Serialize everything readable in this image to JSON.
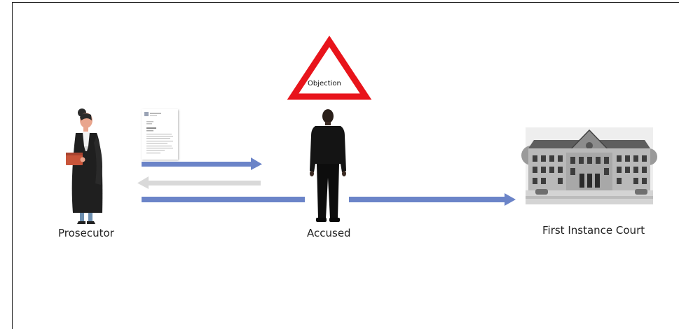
{
  "nodes": {
    "prosecutor": "Prosecutor",
    "accused": "Accused",
    "court": "First Instance Court"
  },
  "warning": {
    "label": "Objection",
    "color": "#e8141b"
  },
  "colors": {
    "flow": "#6b84c8",
    "return_flow": "#d9d9d9",
    "robe": "#1f1f1f",
    "book": "#c8553a"
  },
  "icons": [
    "prosecutor-figure",
    "document-icon",
    "warning-triangle",
    "accused-figure",
    "courthouse-image"
  ]
}
